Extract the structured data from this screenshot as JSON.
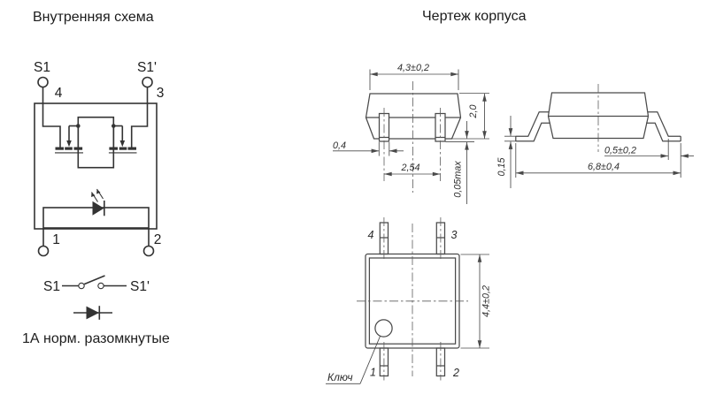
{
  "titles": {
    "schematic": "Внутренняя схема",
    "package": "Чертеж корпуса"
  },
  "schematic": {
    "terminal_top_left": "S1",
    "terminal_top_right": "S1'",
    "pin_top_left": "4",
    "pin_top_right": "3",
    "pin_bottom_left": "1",
    "pin_bottom_right": "2",
    "switch_left": "S1",
    "switch_right": "S1'",
    "contact_note": "1А норм. разомкнутые"
  },
  "front_view": {
    "body_width": "4,3±0,2",
    "body_height": "2,0",
    "lead_width": "0,4",
    "lead_pitch": "2,54",
    "standoff": "0,05max"
  },
  "side_view": {
    "foot_length": "0,5±0,2",
    "lead_span": "6,8±0,4",
    "lead_thickness": "0,15"
  },
  "bottom_view": {
    "pin_top_left": "4",
    "pin_top_right": "3",
    "pin_bottom_left": "1",
    "pin_bottom_right": "2",
    "body_size": "4,4±0,2",
    "key_label": "Ключ"
  },
  "colors": {
    "ink": "#333333",
    "drawing_line": "#4a4a4a",
    "background": "#ffffff"
  }
}
